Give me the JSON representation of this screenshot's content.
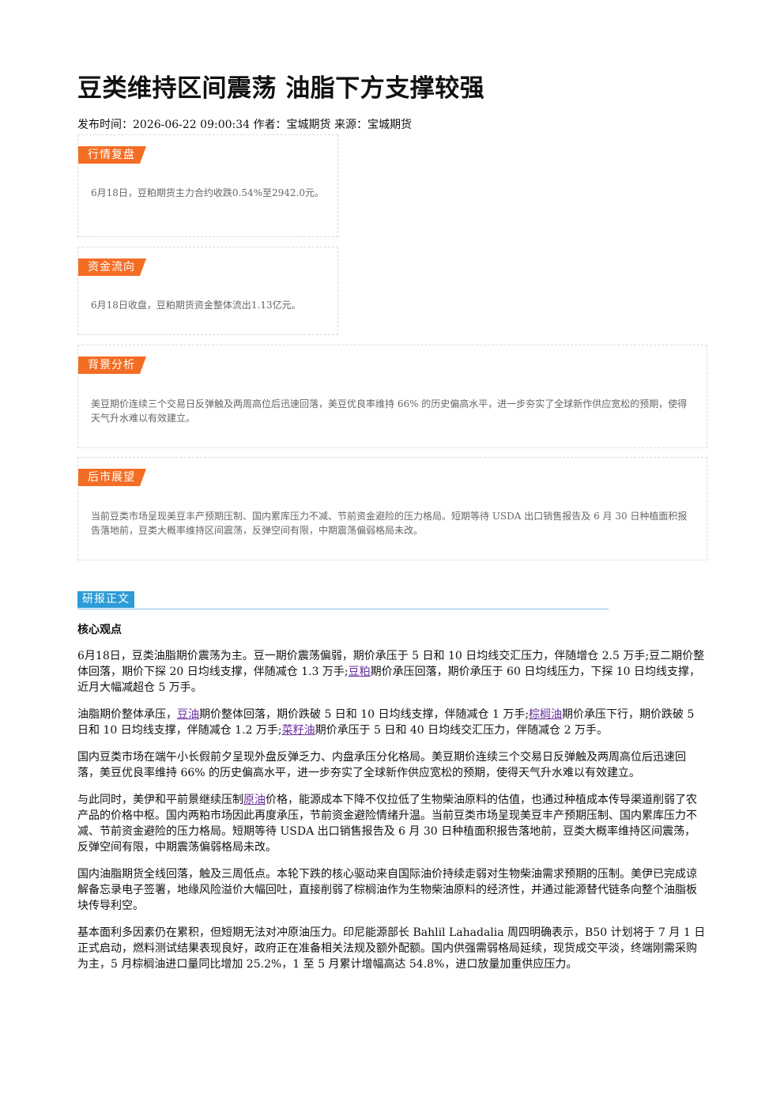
{
  "article": {
    "title": "豆类维持区间震荡 油脂下方支撑较强",
    "meta": "发布时间：2026-06-22 09:00:34 作者：宝城期货 来源：宝城期货"
  },
  "boxes": [
    {
      "tag": "行情复盘",
      "text": "6月18日，豆粕期货主力合约收跌0.54%至2942.0元。"
    },
    {
      "tag": "资金流向",
      "text": "6月18日收盘，豆粕期货资金整体流出1.13亿元。"
    },
    {
      "tag": "背景分析",
      "text": "美豆期价连续三个交易日反弹触及两周高位后迅速回落，美豆优良率维持 66% 的历史偏高水平，进一步夯实了全球新作供应宽松的预期，使得天气升水难以有效建立。"
    },
    {
      "tag": "后市展望",
      "text": "当前豆类市场呈现美豆丰产预期压制、国内累库压力不减、节前资金避险的压力格局。短期等待 USDA 出口销售报告及 6 月 30 日种植面积报告落地前，豆类大概率维持区间震荡，反弹空间有限，中期震荡偏弱格局未改。"
    }
  ],
  "section": {
    "tag": "研报正文",
    "subhead": "核心观点"
  },
  "paragraphs": {
    "p1_a": "6月18日，豆类油脂期价震荡为主。豆一期价震荡偏弱，期价承压于 5 日和 10 日均线交汇压力，伴随增仓 2.5 万手;豆二期价整体回落，期价下探 20 日均线支撑，伴随减仓 1.3 万手;",
    "p1_link": "豆粕",
    "p1_b": "期价承压回落，期价承压于 60 日均线压力，下探 10 日均线支撑，近月大幅减超仓 5 万手。",
    "p2_a": "油脂期价整体承压，",
    "p2_link1": "豆油",
    "p2_b": "期价整体回落，期价跌破 5 日和 10 日均线支撑，伴随减仓 1 万手;",
    "p2_link2": "棕榈油",
    "p2_c": "期价承压下行，期价跌破 5 日和 10 日均线支撑，伴随减仓 1.2 万手;",
    "p2_link3": "菜籽油",
    "p2_d": "期价承压于 5 日和 40 日均线交汇压力，伴随减仓 2 万手。",
    "p3": "国内豆类市场在端午小长假前夕呈现外盘反弹乏力、内盘承压分化格局。美豆期价连续三个交易日反弹触及两周高位后迅速回落，美豆优良率维持 66% 的历史偏高水平，进一步夯实了全球新作供应宽松的预期，使得天气升水难以有效建立。",
    "p4_a": "与此同时，美伊和平前景继续压制",
    "p4_link": "原油",
    "p4_b": "价格，能源成本下降不仅拉低了生物柴油原料的估值，也通过种植成本传导渠道削弱了农产品的价格中枢。国内两粕市场因此再度承压，节前资金避险情绪升温。当前豆类市场呈现美豆丰产预期压制、国内累库压力不减、节前资金避险的压力格局。短期等待 USDA 出口销售报告及 6 月 30 日种植面积报告落地前，豆类大概率维持区间震荡，反弹空间有限，中期震荡偏弱格局未改。",
    "p5": "国内油脂期货全线回落，触及三周低点。本轮下跌的核心驱动来自国际油价持续走弱对生物柴油需求预期的压制。美伊已完成谅解备忘录电子签署，地缘风险溢价大幅回吐，直接削弱了棕榈油作为生物柴油原料的经济性，并通过能源替代链条向整个油脂板块传导利空。",
    "p6": "基本面利多因素仍在累积，但短期无法对冲原油压力。印尼能源部长 Bahlil Lahadalia 周四明确表示，B50 计划将于 7 月 1 日正式启动，燃料测试结果表现良好，政府正在准备相关法规及额外配额。国内供强需弱格局延续，现货成交平淡，终端刚需采购为主，5 月棕榈油进口量同比增加 25.2%，1 至 5 月累计增幅高达 54.8%，进口放量加重供应压力。"
  },
  "colors": {
    "tag_orange": "#f46d24",
    "tag_blue": "#2d9bd6",
    "link": "#6b2fa0"
  }
}
